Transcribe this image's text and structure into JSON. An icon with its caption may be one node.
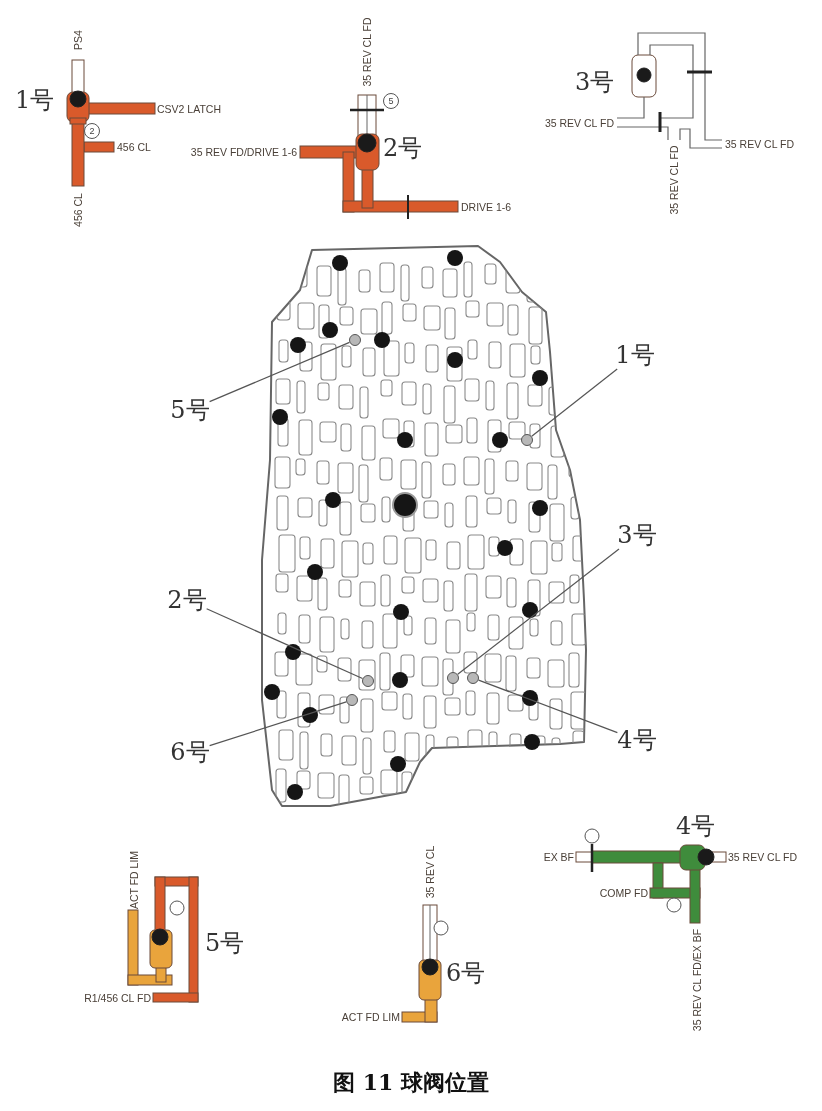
{
  "diagram": {
    "caption": "图 11 球阀位置",
    "nodes": [
      {
        "text": [],
        "shape": "picture"
      },
      {
        "text": [],
        "shape": "circle",
        "in": 0
      },
      {
        "text": [],
        "shape": "circle",
        "in": 0
      },
      {
        "text": [],
        "shape": "circle",
        "in": 0
      },
      {
        "text": [],
        "shape": "circle",
        "in": 0
      },
      {
        "text": [],
        "shape": "circle",
        "in": 0
      },
      {
        "text": [],
        "shape": "circle",
        "in": 0
      },
      {
        "text": [
          "5号"
        ]
      },
      {
        "text": [
          "1号"
        ]
      },
      {
        "text": [
          "3号"
        ]
      },
      {
        "text": [
          "2号"
        ]
      },
      {
        "text": [
          "6号"
        ]
      },
      {
        "text": [
          "4号"
        ]
      }
    ],
    "edges": [
      {
        "from": 7,
        "to": 1,
        "arrow": "none"
      },
      {
        "from": 8,
        "to": 2,
        "arrow": "none"
      },
      {
        "from": 9,
        "to": 4,
        "arrow": "none"
      },
      {
        "from": 10,
        "to": 3,
        "arrow": "none"
      },
      {
        "from": 11,
        "to": 6,
        "arrow": "none"
      },
      {
        "from": 12,
        "to": 5,
        "arrow": "none"
      }
    ],
    "labels": [
      "1号",
      "PS4",
      "CSV2 LATCH",
      "2",
      "456 CL",
      "456 CL",
      "35 REV CL FD",
      "5",
      "35 REV FD/DRIVE 1-6",
      "2号",
      "DRIVE 1-6",
      "3号",
      "35 REV CL FD",
      "35 REV CL FD",
      "35 REV CL FD",
      "ACT FD LIM",
      "5号",
      "R1/456 CL FD",
      "35 REV CL",
      "6号",
      "ACT FD LIM",
      "4号",
      "EX BF",
      "35 REV CL FD",
      "COMP FD",
      "35 REV CL FD/EX BF"
    ]
  }
}
